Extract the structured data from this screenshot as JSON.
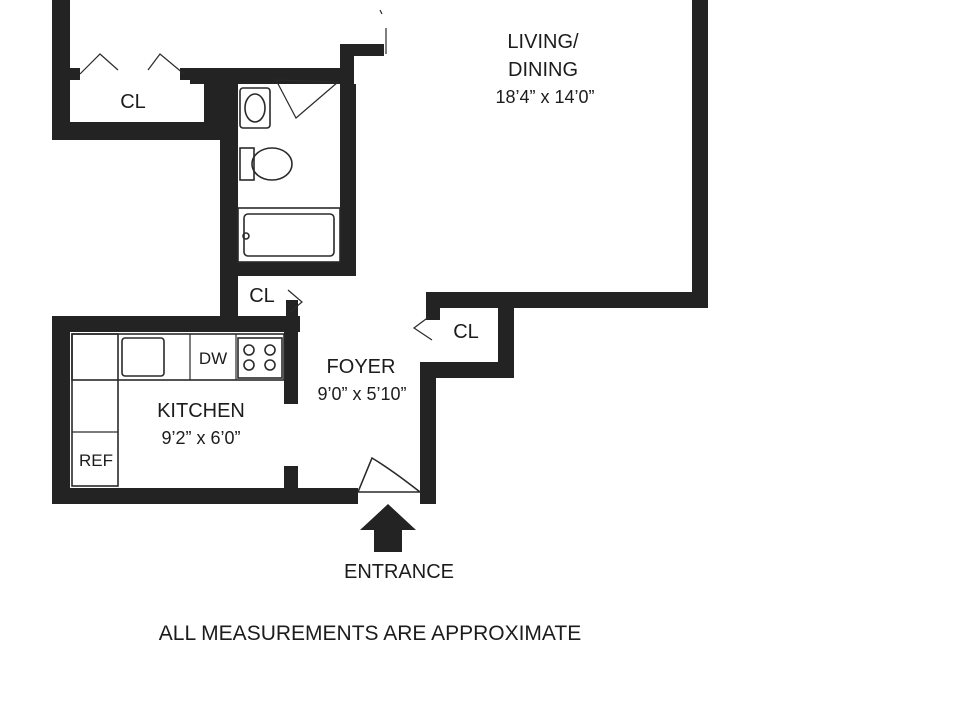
{
  "rooms": {
    "living_dining": {
      "name_line1": "LIVING/",
      "name_line2": "DINING",
      "dimensions": "18’4” x 14’0”"
    },
    "foyer": {
      "name": "FOYER",
      "dimensions": "9’0” x 5’10”"
    },
    "kitchen": {
      "name": "KITCHEN",
      "dimensions": "9’2” x 6’0”"
    }
  },
  "closets": {
    "top_left": "CL",
    "hall": "CL",
    "foyer": "CL"
  },
  "appliances": {
    "dishwasher": "DW",
    "refrigerator": "REF"
  },
  "entrance_label": "ENTRANCE",
  "disclaimer": "ALL MEASUREMENTS ARE APPROXIMATE",
  "colors": {
    "wall": "#232323",
    "line": "#2a2a2a",
    "background": "#ffffff"
  }
}
